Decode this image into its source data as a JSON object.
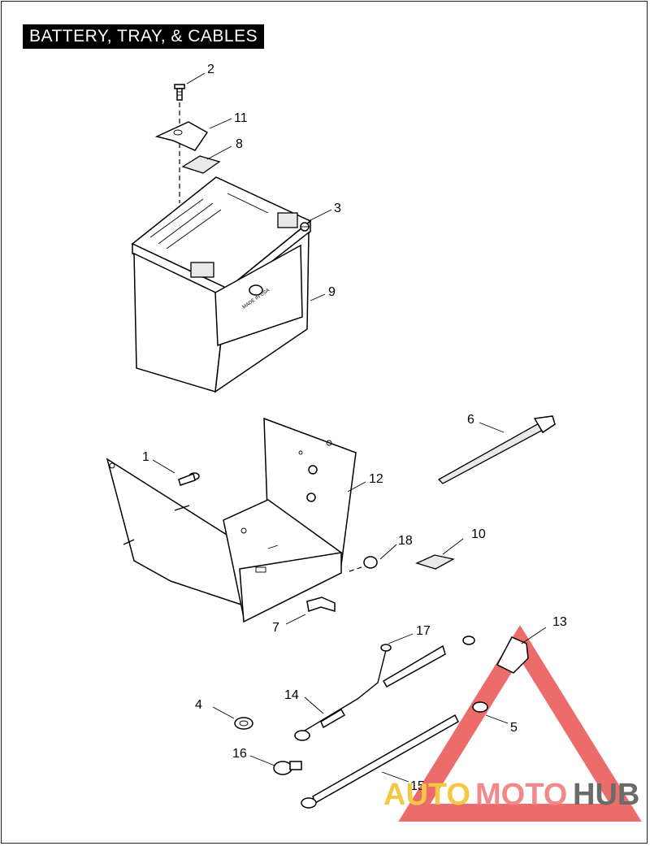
{
  "title": "BATTERY, TRAY, & CABLES",
  "callouts": {
    "c1": "1",
    "c2": "2",
    "c3": "3",
    "c4": "4",
    "c5": "5",
    "c6": "6",
    "c7": "7",
    "c8": "8",
    "c9": "9",
    "c10": "10",
    "c11": "11",
    "c12": "12",
    "c13": "13",
    "c14": "14",
    "c15": "15",
    "c16": "16",
    "c17": "17",
    "c18": "18"
  },
  "battery_label": "MADE IN USA",
  "watermark": {
    "part1": "AUTO",
    "part2": "MOTO",
    "part3": "HUB",
    "color1": "#f5c842",
    "color2": "#f08a8a",
    "color3": "#6b6b6b",
    "triangle_color": "#e63b3b"
  }
}
